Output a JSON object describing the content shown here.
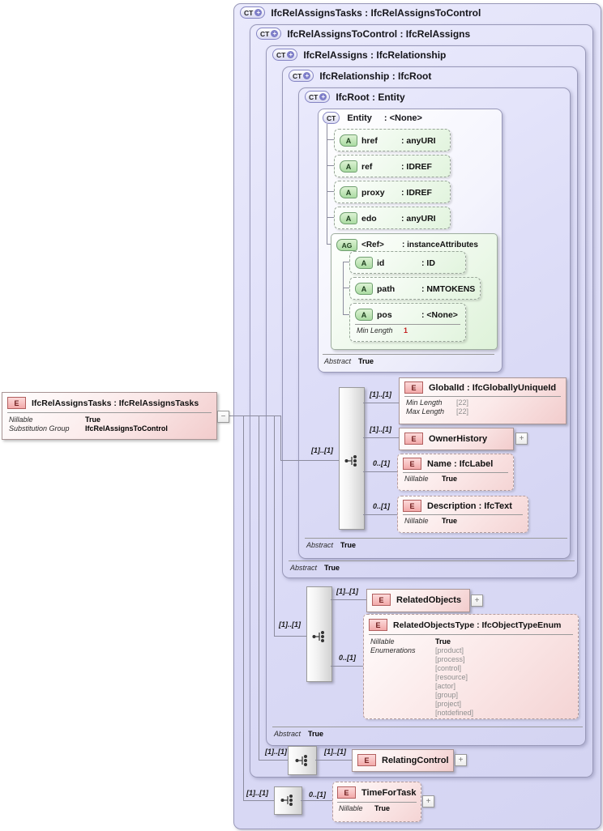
{
  "glyphs": {
    "ct": "CT",
    "badge_plus": "+",
    "a": "A",
    "ag": "AG",
    "e": "E",
    "plus": "+",
    "minus": "−"
  },
  "labels": {
    "abstract": "Abstract",
    "true": "True",
    "nillable": "Nillable",
    "min_length": "Min Length",
    "max_length": "Max Length",
    "enumerations": "Enumerations",
    "substitution_group": "Substitution Group"
  },
  "cards": {
    "one_one": "[1]..[1]",
    "zero_one": "0..[1]"
  },
  "left_element": {
    "title": "IfcRelAssignsTasks : IfcRelAssignsTasks",
    "nillable": "True",
    "substitution_group": "IfcRelAssignsToControl"
  },
  "boxes": [
    {
      "title": "IfcRelAssignsTasks : IfcRelAssignsToControl"
    },
    {
      "title": "IfcRelAssignsToControl : IfcRelAssigns"
    },
    {
      "title": "IfcRelAssigns : IfcRelationship"
    },
    {
      "title": "IfcRelationship : IfcRoot"
    },
    {
      "title": "IfcRoot   : Entity"
    }
  ],
  "entity": {
    "name": "Entity",
    "type": ": <None>",
    "attrs": [
      {
        "name": "href",
        "type": ": anyURI"
      },
      {
        "name": "ref",
        "type": ": IDREF"
      },
      {
        "name": "proxy",
        "type": ": IDREF"
      },
      {
        "name": "edo",
        "type": ": anyURI"
      }
    ],
    "group": {
      "name": "<Ref>",
      "type": ": instanceAttributes",
      "attrs": [
        {
          "name": "id",
          "type": ": ID"
        },
        {
          "name": "path",
          "type": ": NMTOKENS"
        }
      ],
      "pos": {
        "name": "pos",
        "type": ": <None>",
        "min_length": "1"
      }
    }
  },
  "root_children": {
    "globalid": {
      "title": "GlobalId : IfcGloballyUniqueId",
      "min": "[22]",
      "max": "[22]"
    },
    "ownerhistory": {
      "title": "OwnerHistory"
    },
    "name": {
      "title": "Name : IfcLabel",
      "nillable": "True"
    },
    "description": {
      "title": "Description : IfcText",
      "nillable": "True"
    }
  },
  "assigns_children": {
    "relatedobjects": {
      "title": "RelatedObjects"
    },
    "rotype": {
      "title": "RelatedObjectsType : IfcObjectTypeEnum",
      "nillable": "True",
      "enums": [
        "[product]",
        "[process]",
        "[control]",
        "[resource]",
        "[actor]",
        "[group]",
        "[project]",
        "[notdefined]"
      ]
    }
  },
  "relatingcontrol": {
    "title": "RelatingControl"
  },
  "timefortask": {
    "title": "TimeForTask",
    "nillable": "True"
  }
}
